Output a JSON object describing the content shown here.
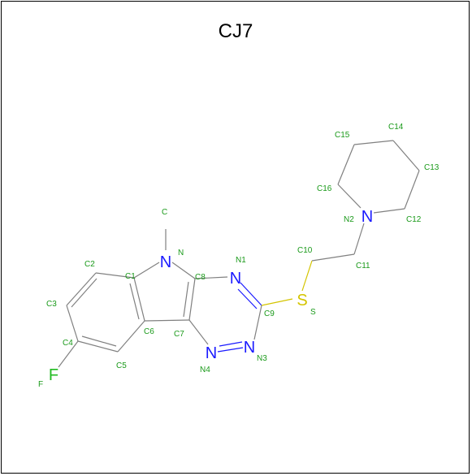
{
  "title": "CJ7",
  "atom_names": [
    "C",
    "N",
    "C2",
    "C1",
    "C8",
    "N1",
    "C3",
    "C4",
    "C6",
    "C7",
    "C9",
    "F",
    "C5",
    "N4",
    "N3",
    "S",
    "C10",
    "C11",
    "N2",
    "C12",
    "C13",
    "C14",
    "C15",
    "C16"
  ],
  "symbols": {
    "N": "N",
    "S": "S",
    "F": "F"
  },
  "colors": {
    "carbon_bond": "#808080",
    "nitrogen": "#1a1aff",
    "sulfur": "#d4c400",
    "fluorine": "#22bb22",
    "atom_label": "#1a9a1a",
    "title": "#000000",
    "border": "#000000"
  }
}
